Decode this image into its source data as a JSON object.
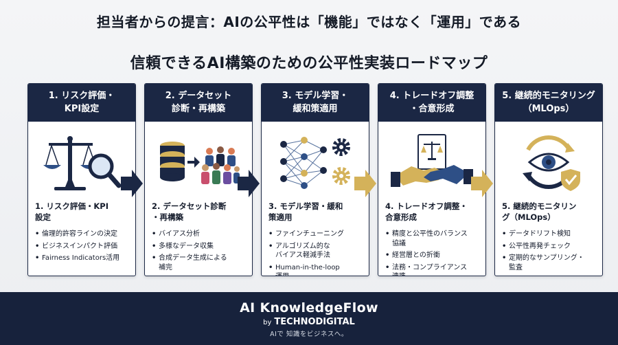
{
  "headline": "担当者からの提言：AIの公平性は「機能」ではなく「運用」である",
  "subtitle": "信頼できるAI構築のための公平性実装ロードマップ",
  "colors": {
    "navy": "#1b2744",
    "gold": "#d4b25a",
    "footer": "#17223c",
    "icon_blue": "#2e4f86"
  },
  "steps": [
    {
      "header": "1. リスク評価・\nKPI設定",
      "title": "1. リスク評価・KPI\n設定",
      "icon": "scale-magnifier-icon",
      "items": [
        "倫理的許容ラインの決定",
        "ビジネスインパクト評価",
        "Fairness Indicators活用"
      ]
    },
    {
      "header": "2. データセット\n診断・再構築",
      "title": "2. データセット診断\n・再構築",
      "icon": "database-people-icon",
      "items": [
        "バイアス分析",
        "多様なデータ収集",
        "合成データ生成による\n補完"
      ]
    },
    {
      "header": "3. モデル学習・\n緩和策適用",
      "title": "3. モデル学習・緩和\n策適用",
      "icon": "neural-network-gears-icon",
      "items": [
        "ファインチューニング",
        "アルゴリズム的な\nバイアス軽減手法",
        "Human-in-the-loop\n運用"
      ]
    },
    {
      "header": "4. トレードオフ調整\n・合意形成",
      "title": "4. トレードオフ調整・\n合意形成",
      "icon": "handshake-document-icon",
      "items": [
        "精度と公平性のバランス\n協議",
        "経営層との折衝",
        "法務・コンプライアンス\n連携"
      ]
    },
    {
      "header": "5. 継続的モニタリング\n（MLOps）",
      "title": "5. 継続的モニタリン\nグ（MLOps）",
      "icon": "eye-cycle-shield-icon",
      "items": [
        "データドリフト検知",
        "公平性再発チェック",
        "定期的なサンプリング・\n監査"
      ]
    }
  ],
  "footer": {
    "brand": "AI KnowledgeFlow",
    "by": "by",
    "company": "TECHNODIGITAL",
    "tagline": "AIで 知識をビジネスへ。"
  }
}
